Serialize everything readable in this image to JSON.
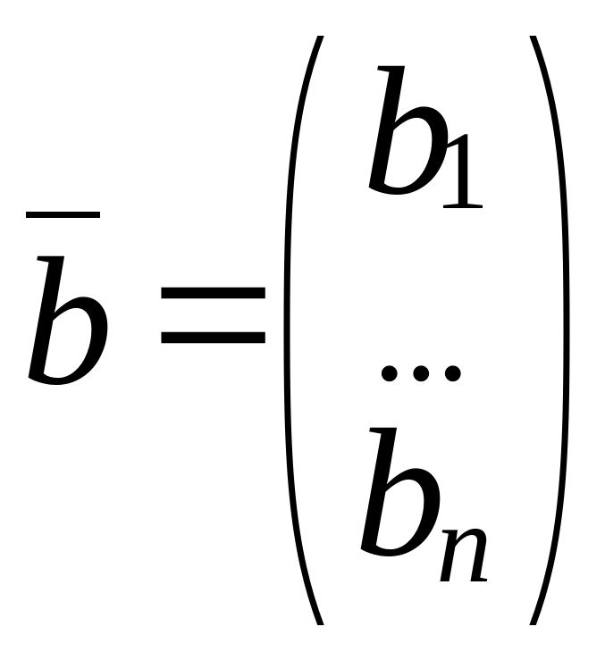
{
  "formula": {
    "lhs_symbol": "b",
    "equals_sign": "=",
    "vector": {
      "first_base": "b",
      "first_subscript": "1",
      "ellipsis": "...",
      "last_base": "b",
      "last_subscript": "n"
    }
  }
}
